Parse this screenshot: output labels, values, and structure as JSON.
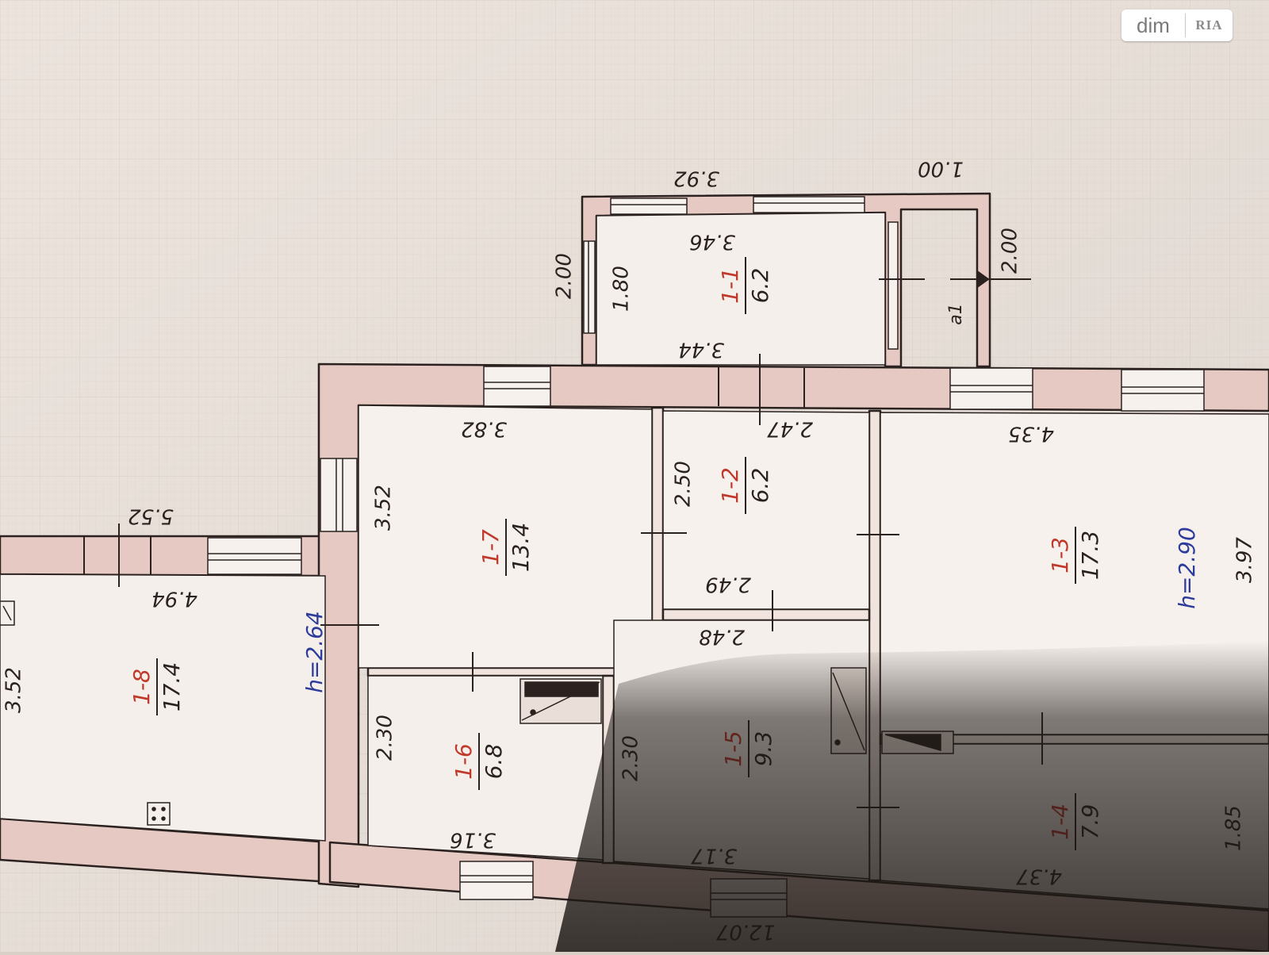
{
  "watermark": {
    "brand": "dim",
    "logo": "RIA"
  },
  "colors": {
    "paper": "#ebe3dc",
    "wall": "#e5c9c2",
    "ink": "#2b2220",
    "red": "#c0392b",
    "blue": "#2d3c9a",
    "shadow": "#1c1714"
  },
  "rooms": [
    {
      "id": "1-1",
      "area": "6.2"
    },
    {
      "id": "1-2",
      "area": "6.2"
    },
    {
      "id": "1-3",
      "area": "17.3"
    },
    {
      "id": "1-4",
      "area": "7.9"
    },
    {
      "id": "1-5",
      "area": "9.3"
    },
    {
      "id": "1-6",
      "area": "6.8"
    },
    {
      "id": "1-7",
      "area": "13.4"
    },
    {
      "id": "1-8",
      "area": "17.4"
    }
  ],
  "dimensions": [
    {
      "key": "d-3.92",
      "text": "3.92"
    },
    {
      "key": "d-1.00",
      "text": "1.00"
    },
    {
      "key": "d-3.46",
      "text": "3.46"
    },
    {
      "key": "d-2.00-left",
      "text": "2.00"
    },
    {
      "key": "d-1.80",
      "text": "1.80"
    },
    {
      "key": "d-2.00-right",
      "text": "2.00"
    },
    {
      "key": "d-3.44",
      "text": "3.44"
    },
    {
      "key": "d-3.82",
      "text": "3.82"
    },
    {
      "key": "d-2.47",
      "text": "2.47"
    },
    {
      "key": "d-4.35",
      "text": "4.35"
    },
    {
      "key": "d-5.52",
      "text": "5.52"
    },
    {
      "key": "d-3.52-a",
      "text": "3.52"
    },
    {
      "key": "d-2.50",
      "text": "2.50"
    },
    {
      "key": "d-2.49",
      "text": "2.49"
    },
    {
      "key": "d-4.94",
      "text": "4.94"
    },
    {
      "key": "d-2.48",
      "text": "2.48"
    },
    {
      "key": "d-3.97",
      "text": "3.97"
    },
    {
      "key": "d-3.52-b",
      "text": "3.52"
    },
    {
      "key": "d-2.30-a",
      "text": "2.30"
    },
    {
      "key": "d-2.30-b",
      "text": "2.30"
    },
    {
      "key": "d-1.85",
      "text": "1.85"
    },
    {
      "key": "d-3.16",
      "text": "3.16"
    },
    {
      "key": "d-3.17",
      "text": "3.17"
    },
    {
      "key": "d-4.37",
      "text": "4.37"
    },
    {
      "key": "d-12.07",
      "text": "12.07"
    }
  ],
  "heights": [
    {
      "key": "h-264",
      "text": "h=2.64"
    },
    {
      "key": "h-290",
      "text": "h=2.90"
    }
  ],
  "entry_label": "a1"
}
